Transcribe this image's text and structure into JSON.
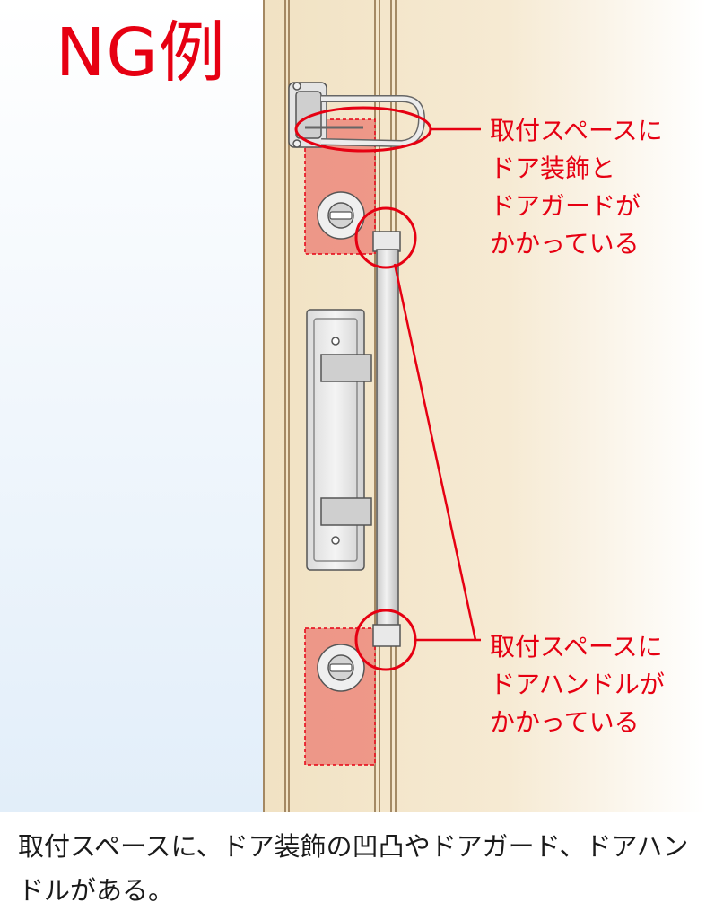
{
  "title": "NG例",
  "callouts": [
    {
      "lines": [
        "取付スペースに",
        "ドア装飾と",
        "ドアガードが",
        "かかっている"
      ]
    },
    {
      "lines": [
        "取付スペースに",
        "ドアハンドルが",
        "かかっている"
      ]
    }
  ],
  "caption": "取付スペースに、ドア装飾の凹凸やドアガード、ドアハンドルがある。",
  "colors": {
    "accent_red": "#e60012",
    "door_wood": "#f1e2c3",
    "door_frame_line": "#8a6b43",
    "mount_area": "#ec8a7c",
    "metal": "#d9d9d9",
    "wall_gradient_top": "#ffffff",
    "wall_gradient_bottom": "#e2eef9"
  }
}
